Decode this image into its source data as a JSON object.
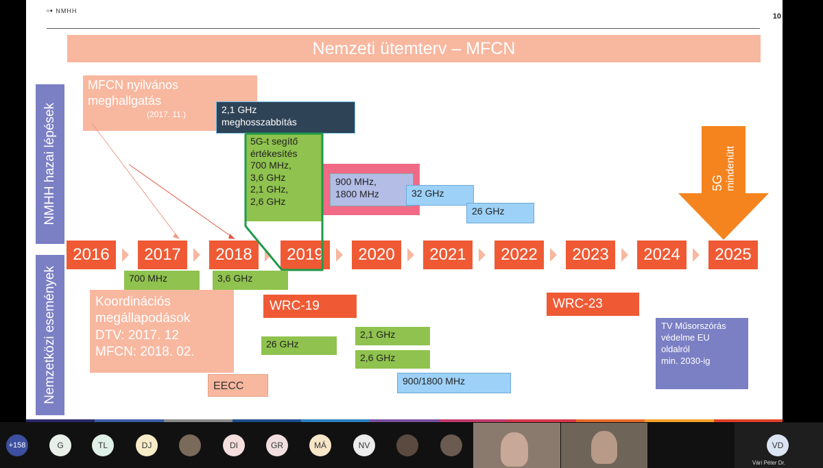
{
  "slide": {
    "page_number": "10",
    "logo": "NMHH",
    "title": "Nemzeti ütemterv – MFCN",
    "sidebar_top": "NMHH hazai lépések",
    "sidebar_bottom": "Nemzetközi események",
    "years": [
      "2016",
      "2017",
      "2018",
      "2019",
      "2020",
      "2021",
      "2022",
      "2023",
      "2024",
      "2025"
    ],
    "mfcn_line1": "MFCN nyilvános",
    "mfcn_line2": "meghallgatás",
    "mfcn_date": "(2017. 11.)",
    "ext_line1": "2,1 GHz",
    "ext_line2": "meghosszabbítás",
    "sale_lines": [
      "5G-t segítő",
      "értékesítés",
      "700 MHz,",
      "3,6 GHz",
      "2,1 GHz,",
      "2,6 GHz"
    ],
    "band900_line1": "900 MHz,",
    "band900_line2": "1800 MHz",
    "b32": "32 GHz",
    "b26top": "26 GHz",
    "fiveg_line1": "5G",
    "fiveg_line2": "mindenütt",
    "b700": "700 MHz",
    "b36": "3,6 GHz",
    "coord_lines": [
      "Koordinációs",
      "megállapodások",
      "DTV: 2017. 12",
      "MFCN: 2018. 02."
    ],
    "wrc19": "WRC-19",
    "wrc23": "WRC-23",
    "b26low": "26 GHz",
    "b21": "2,1 GHz",
    "b26": "2,6 GHz",
    "b9001800": "900/1800 MHz",
    "eecc": "EECC",
    "tv_lines": [
      "TV Műsorszórás",
      "védelme EU",
      "oldalról",
      " min. 2030-ig"
    ]
  },
  "meeting": {
    "participant_count": "+158",
    "participants": [
      "G",
      "TL",
      "DJ",
      "DI",
      "GR",
      "MÁ",
      "NV"
    ],
    "self_initials": "VD",
    "self_name": "Vári Péter Dr."
  },
  "colors": {
    "year_box": "#ef5a35",
    "title_bar": "#f8b79f",
    "sidebar": "#7b7fc4",
    "green": "#8fc24e",
    "blue": "#9dd1f7",
    "highlight_border": "#1e9a4a",
    "arrow_orange": "#f5841f"
  }
}
